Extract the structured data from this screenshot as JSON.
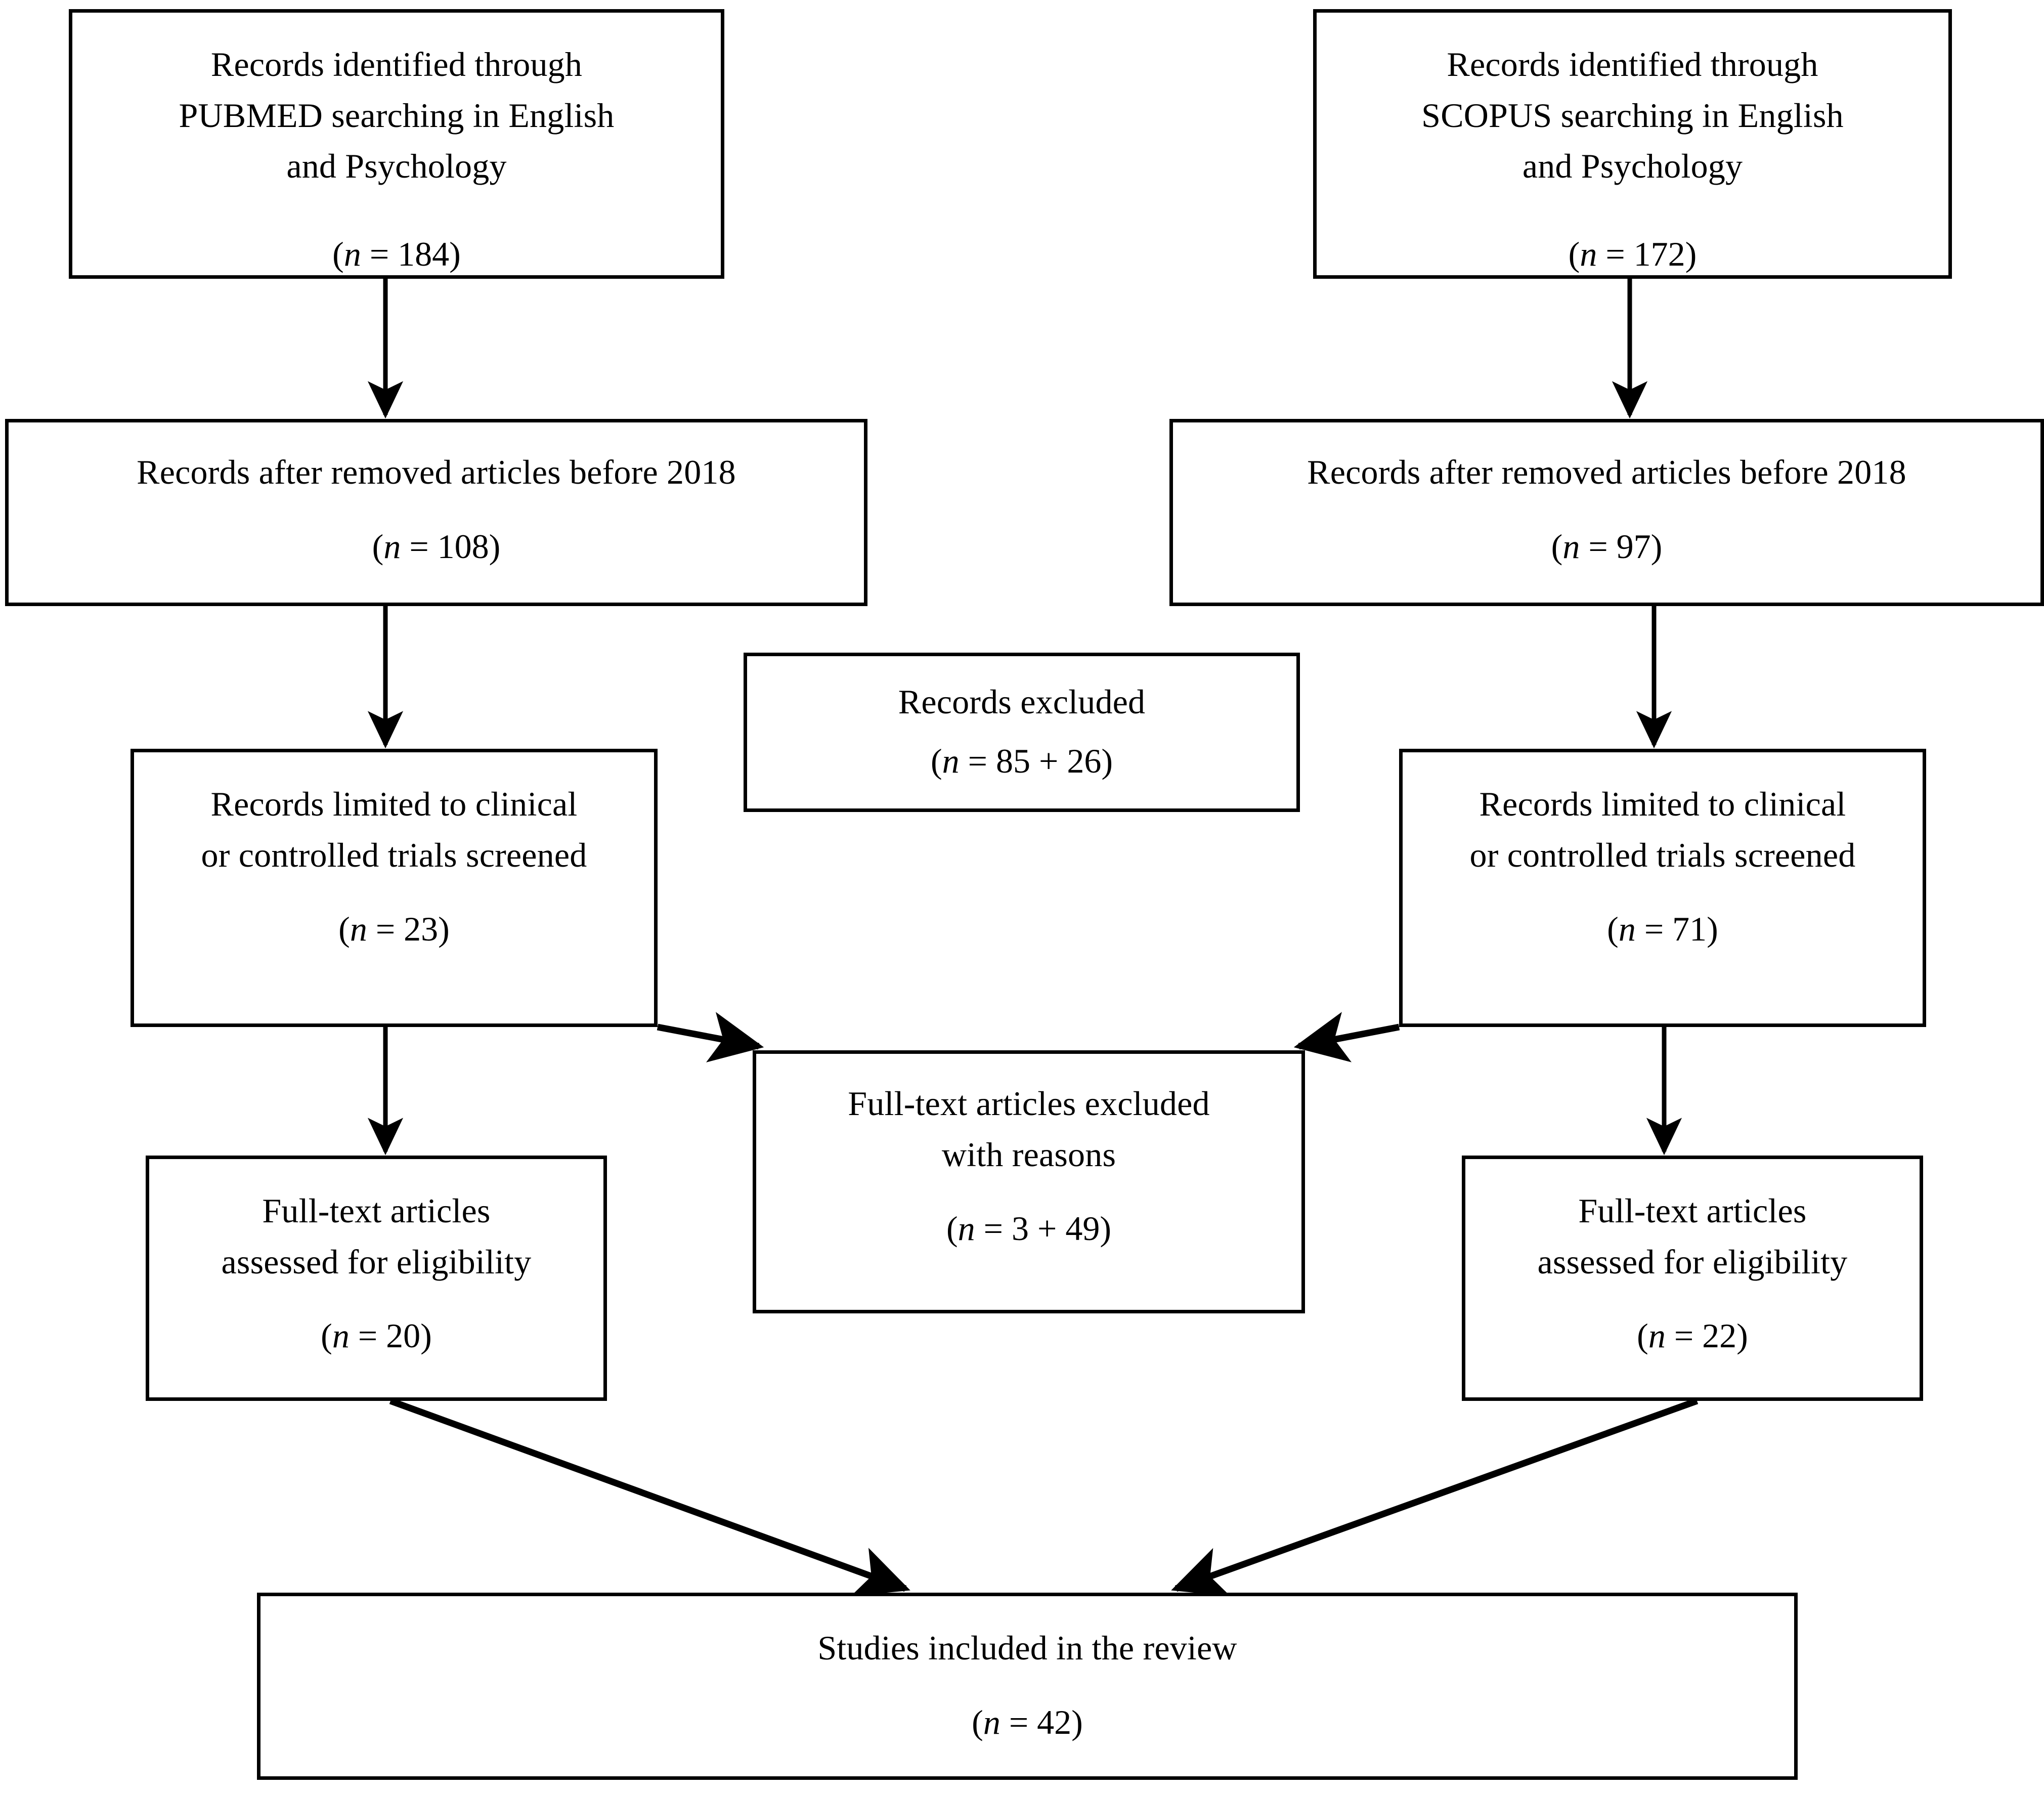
{
  "diagram": {
    "type": "prisma-flow-diagram",
    "line_color": "#000000",
    "box_border_color": "#000000",
    "background": "#ffffff"
  },
  "nodes": {
    "pubmed": {
      "title": "Records identified through\nPUBMED searching in English\nand Psychology",
      "count": "(n = 184)",
      "n": 184
    },
    "scopus": {
      "title": "Records identified through\nSCOPUS searching in English\nand Psychology",
      "count": "(n = 172)",
      "n": 172
    },
    "after_removed_left": {
      "title": "Records after removed articles before 2018",
      "count": "(n = 108)",
      "n": 108
    },
    "after_removed_right": {
      "title": "Records after removed articles before 2018",
      "count": "(n = 97)",
      "n": 97
    },
    "records_excluded": {
      "title": "Records excluded",
      "count": "(n = 85 + 26)",
      "n": "85 + 26"
    },
    "limited_left": {
      "title": "Records limited to clinical\nor controlled trials screened",
      "count": "(n = 23)",
      "n": 23
    },
    "limited_right": {
      "title": "Records limited to clinical\nor controlled trials screened",
      "count": "(n = 71)",
      "n": 71
    },
    "fulltext_excluded": {
      "title": "Full-text articles excluded\nwith reasons",
      "count": "(n = 3 + 49)",
      "n": "3 + 49"
    },
    "eligibility_left": {
      "title": "Full-text articles\nassessed for eligibility",
      "count": "(n = 20)",
      "n": 20
    },
    "eligibility_right": {
      "title": "Full-text articles\nassessed for eligibility",
      "count": "(n = 22)",
      "n": 22
    },
    "included": {
      "title": "Studies included in the review",
      "count": "(n = 42)",
      "n": 42
    }
  },
  "edges": [
    {
      "from": "pubmed",
      "to": "after_removed_left",
      "style": "straight-down"
    },
    {
      "from": "scopus",
      "to": "after_removed_right",
      "style": "straight-down"
    },
    {
      "from": "after_removed_left",
      "to": "limited_left",
      "style": "straight-down"
    },
    {
      "from": "after_removed_right",
      "to": "limited_right",
      "style": "straight-down"
    },
    {
      "from": "limited_left",
      "to": "eligibility_left",
      "style": "straight-down"
    },
    {
      "from": "limited_right",
      "to": "eligibility_right",
      "style": "straight-down"
    },
    {
      "from": "limited_left",
      "to": "fulltext_excluded",
      "style": "diagonal"
    },
    {
      "from": "limited_right",
      "to": "fulltext_excluded",
      "style": "diagonal"
    },
    {
      "from": "eligibility_left",
      "to": "included",
      "style": "diagonal"
    },
    {
      "from": "eligibility_right",
      "to": "included",
      "style": "diagonal"
    }
  ]
}
